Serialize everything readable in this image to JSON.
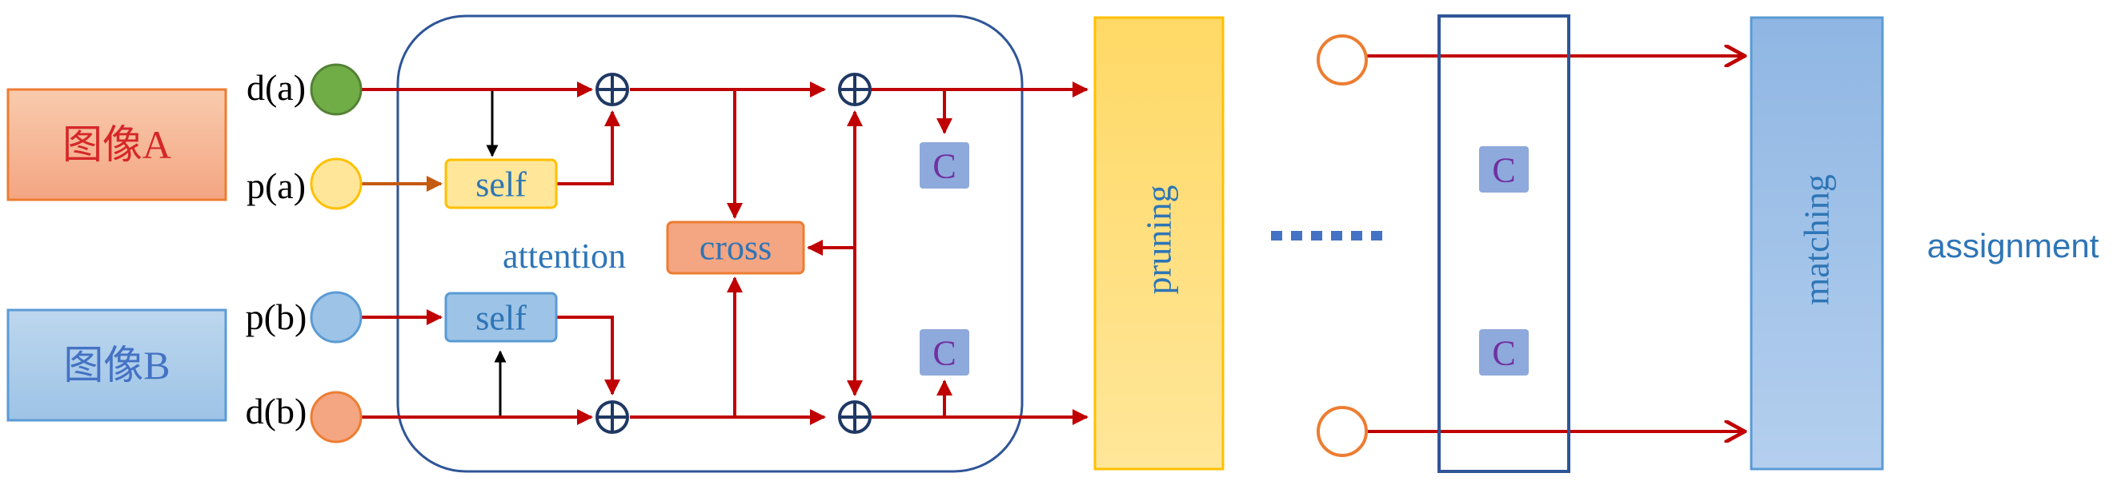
{
  "inputs": {
    "image_a": "图像A",
    "image_b": "图像B",
    "d_a": "d(a)",
    "p_a": "p(a)",
    "p_b": "p(b)",
    "d_b": "d(b)"
  },
  "block": {
    "self_top": "self",
    "self_bottom": "self",
    "cross": "cross",
    "attention": "attention",
    "conf_top": "C",
    "conf_bottom": "C"
  },
  "pruning": "pruning",
  "later_layer": {
    "conf_top": "C",
    "conf_bottom": "C"
  },
  "matching": "matching",
  "assignment": "assignment",
  "colors": {
    "arrow_red": "#C00000",
    "block_border": "#2F5597",
    "image_a_fill": "#F4A582",
    "image_a_text": "#D62728",
    "image_b_fill": "#9DC3E6",
    "image_b_text": "#4472C4",
    "pruning_fill": "#FFD966",
    "matching_fill": "#9DC3E6",
    "label_blue": "#2E75B6",
    "conf_fill": "#8EA9DB",
    "conf_text": "#7030A0"
  }
}
